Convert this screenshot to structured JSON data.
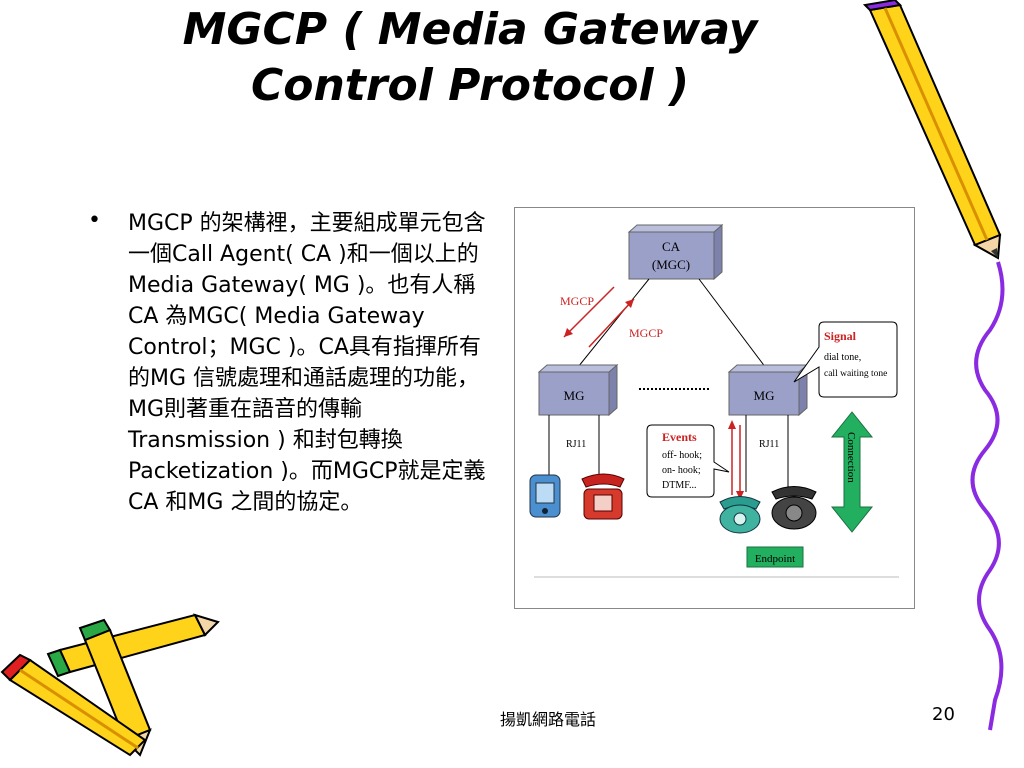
{
  "slide": {
    "title_line1": "MGCP ( Media Gateway",
    "title_line2": "Control Protocol )",
    "bullet": "•",
    "bullet_text": "MGCP 的架構裡，主要組成單元包含一個Call Agent( CA )和一個以上的Media Gateway( MG )。也有人稱CA 為MGC( Media Gateway  Control；MGC )。CA具有指揮所有的MG 信號處理和通話處理的功能，MG則著重在語音的傳輸Transmission ) 和封包轉換Packetization )。而MGCP就是定義CA 和MG 之間的協定。",
    "footer": "揚凱網路電話",
    "page_number": "20"
  },
  "diagram": {
    "ca_label_1": "CA",
    "ca_label_2": "(MGC)",
    "mgcp_left": "MGCP",
    "mgcp_right": "MGCP",
    "mg_left": "MG",
    "mg_right": "MG",
    "rj11_left": "RJ11",
    "rj11_right": "RJ11",
    "signal_title": "Signal",
    "signal_line1": "dial tone,",
    "signal_line2": "call waiting tone",
    "events_title": "Events",
    "events_line1": "off- hook;",
    "events_line2": "on- hook;",
    "events_line3": "DTMF...",
    "connection": "Connection",
    "endpoint": "Endpoint"
  },
  "colors": {
    "box_fill": "#9aa0c8",
    "arrow_red": "#cc2222",
    "connection_green": "#22b060",
    "endpoint_green": "#22b060",
    "pencil_yellow": "#ffd31a",
    "pencil_purple": "#8a2be2"
  }
}
